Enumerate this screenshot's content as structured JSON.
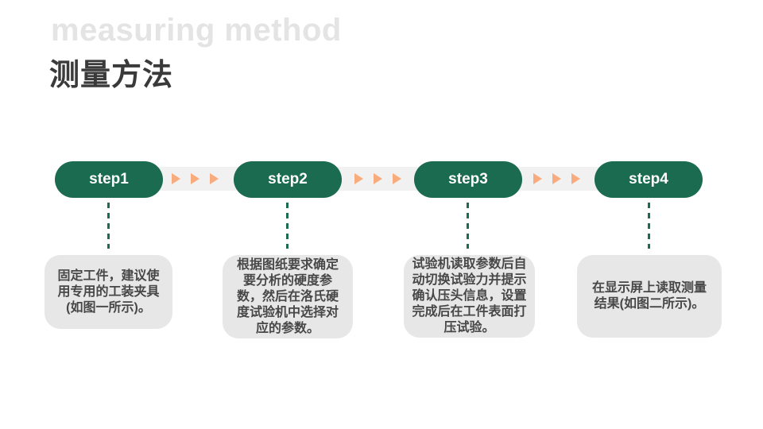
{
  "slide": {
    "title_en": "measuring method",
    "title_zh": "测量方法"
  },
  "colors": {
    "green": "#1a6b4f",
    "orange": "#f8ac7d",
    "band": "#f1f1f2",
    "card_bg": "#e7e7e8",
    "card_text": "#474747",
    "title_en": "#e4e4e5",
    "title_zh": "#3a3a3a"
  },
  "steps": [
    {
      "label": "step1",
      "description": "固定工件，建议使\n用专用的工装夹具\n(如图一所示)。"
    },
    {
      "label": "step2",
      "description": "根据图纸要求确定\n要分析的硬度参\n数，然后在洛氏硬\n度试验机中选择对\n应的参数。"
    },
    {
      "label": "step3",
      "description": "试验机读取参数后自\n动切换试验力并提示\n确认压头信息，设置\n完成后在工件表面打\n压试验。"
    },
    {
      "label": "step4",
      "description": "在显示屏上读取测量\n结果(如图二所示)。"
    }
  ]
}
